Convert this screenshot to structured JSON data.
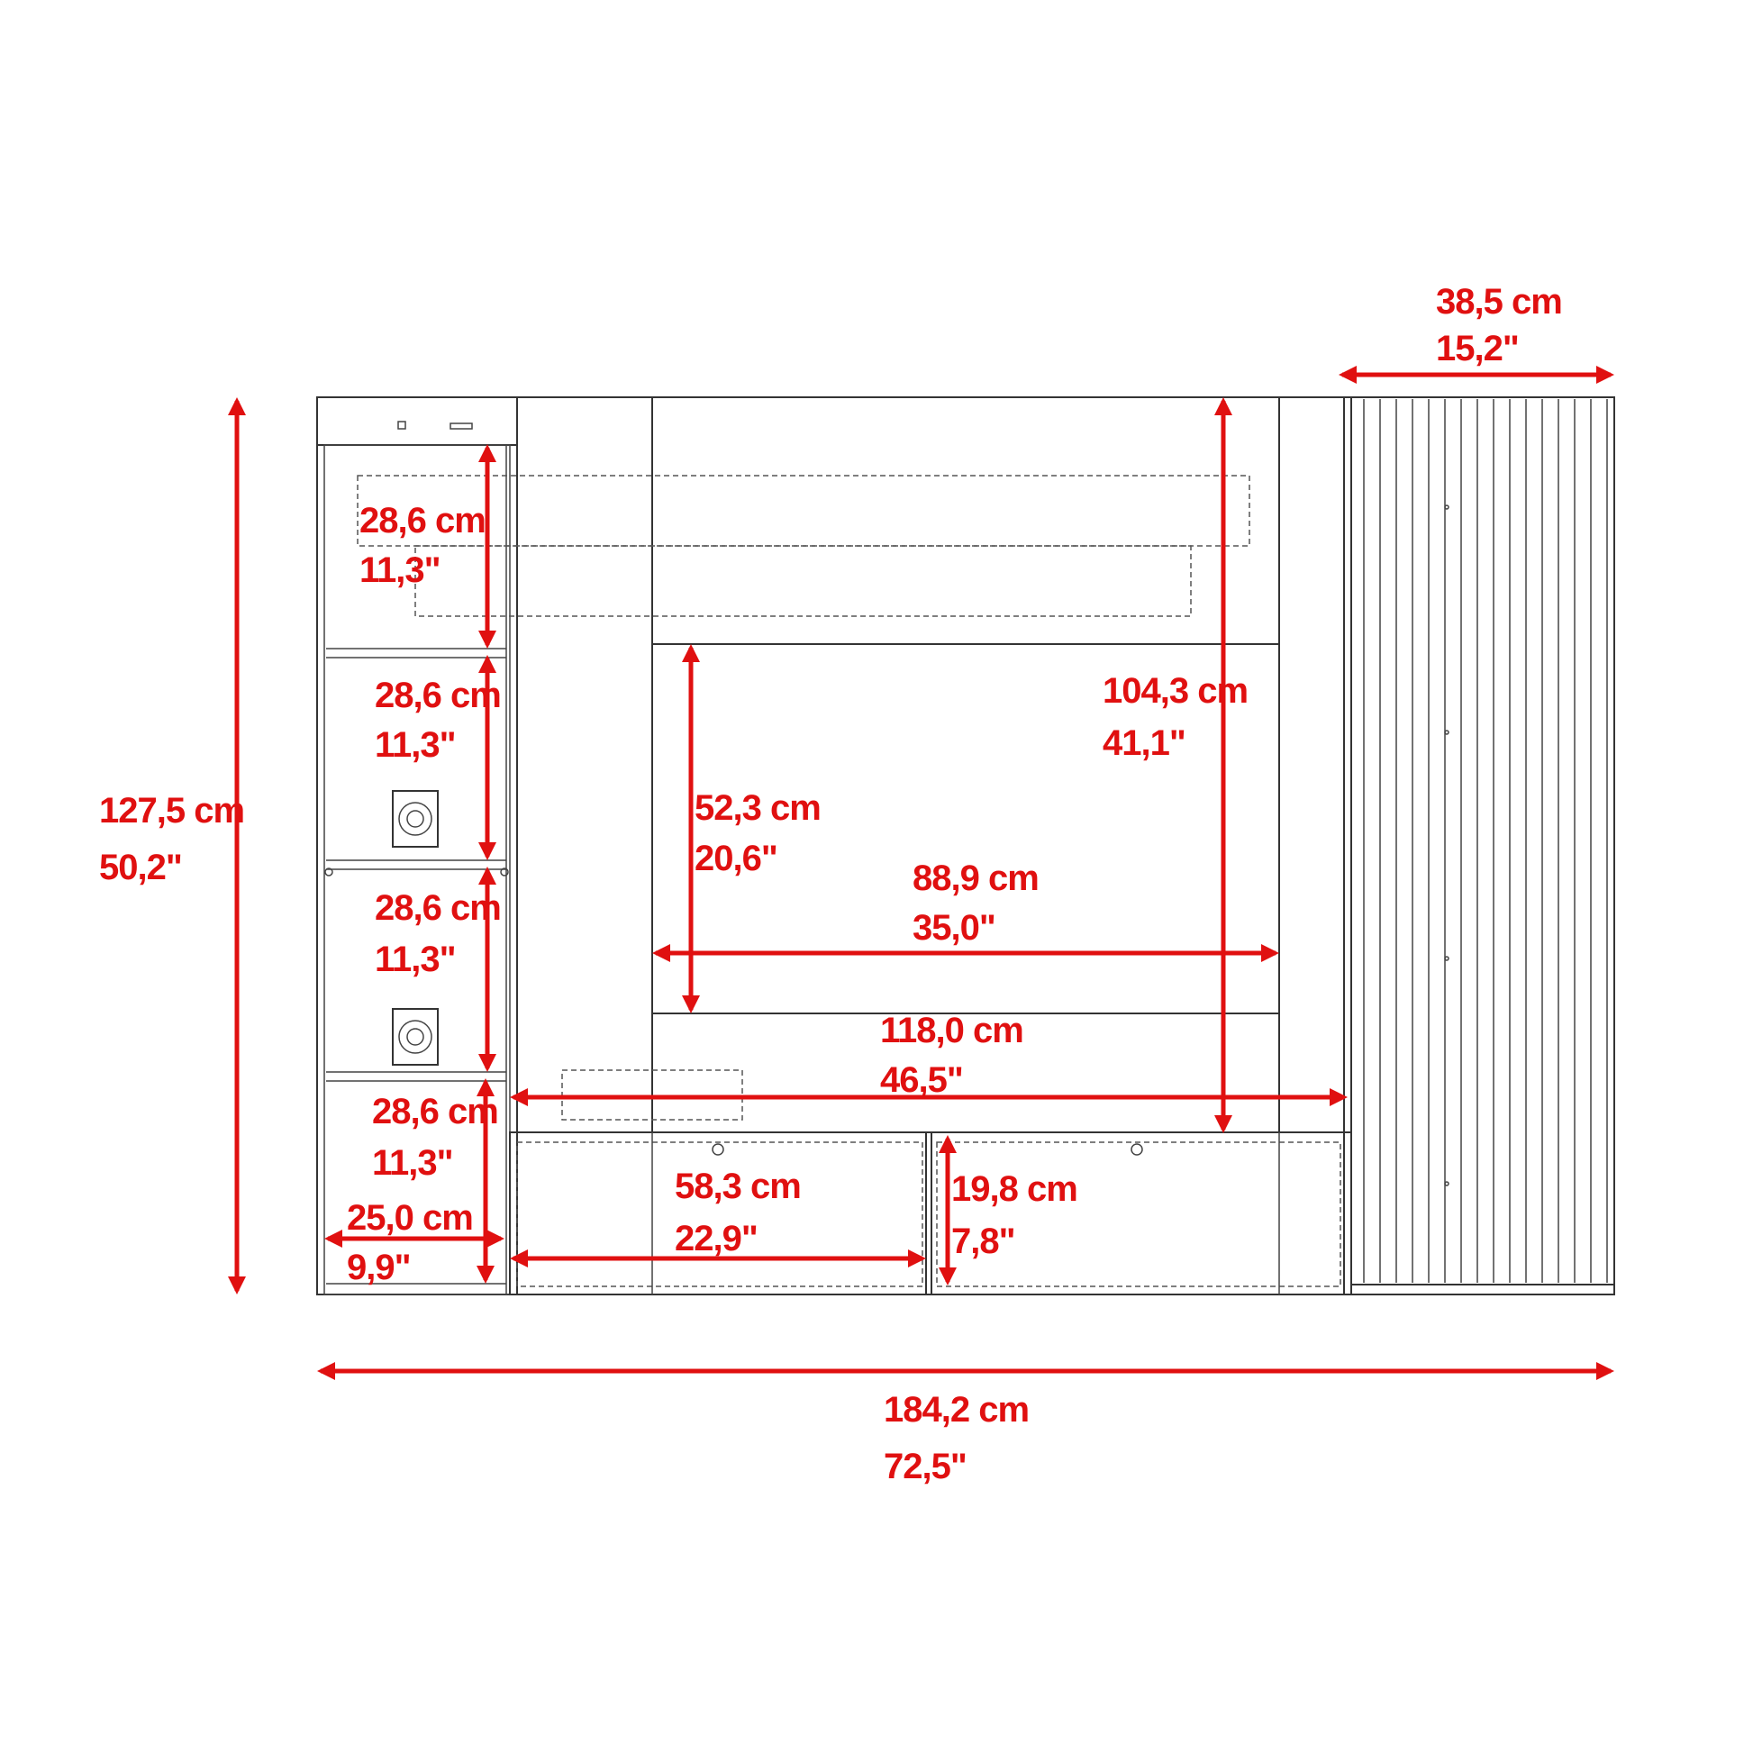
{
  "colors": {
    "dimension": "#e01010",
    "outline": "#333333",
    "background": "#ffffff"
  },
  "dimensions": {
    "overall_height": {
      "cm": "127,5 cm",
      "in": "50,2\""
    },
    "overall_width": {
      "cm": "184,2 cm",
      "in": "72,5\""
    },
    "side_cabinet_width": {
      "cm": "38,5 cm",
      "in": "15,2\""
    },
    "shelf_1": {
      "cm": "28,6 cm",
      "in": "11,3\""
    },
    "shelf_2": {
      "cm": "28,6 cm",
      "in": "11,3\""
    },
    "shelf_3": {
      "cm": "28,6 cm",
      "in": "11,3\""
    },
    "shelf_4": {
      "cm": "28,6 cm",
      "in": "11,3\""
    },
    "shelf_width": {
      "cm": "25,0 cm",
      "in": "9,9\""
    },
    "tv_area_height": {
      "cm": "52,3 cm",
      "in": "20,6\""
    },
    "tv_area_width": {
      "cm": "88,9 cm",
      "in": "35,0\""
    },
    "panel_height": {
      "cm": "104,3 cm",
      "in": "41,1\""
    },
    "center_width": {
      "cm": "118,0 cm",
      "in": "46,5\""
    },
    "drawer_width": {
      "cm": "58,3 cm",
      "in": "22,9\""
    },
    "drawer_height": {
      "cm": "19,8 cm",
      "in": "7,8\""
    }
  }
}
